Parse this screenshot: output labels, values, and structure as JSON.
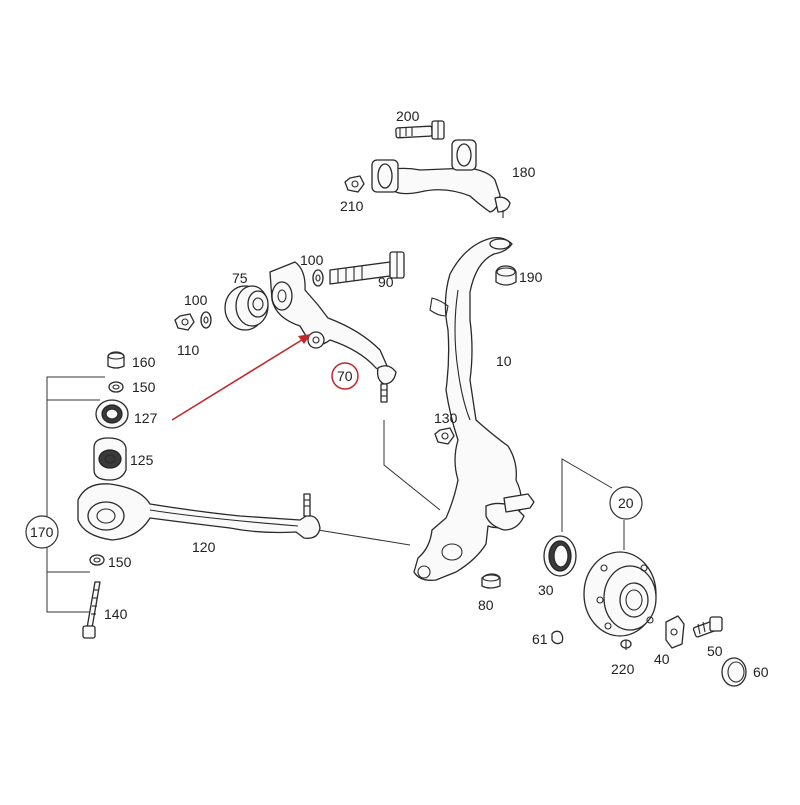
{
  "labels": {
    "p200": "200",
    "p180": "180",
    "p210": "210",
    "p100a": "100",
    "p90": "90",
    "p75": "75",
    "p100b": "100",
    "p110": "110",
    "p190": "190",
    "p10": "10",
    "p70": "70",
    "p160": "160",
    "p150a": "150",
    "p127": "127",
    "p125": "125",
    "p170": "170",
    "p120": "120",
    "p150b": "150",
    "p140": "140",
    "p130": "130",
    "p20": "20",
    "p30": "30",
    "p80": "80",
    "p61": "61",
    "p220": "220",
    "p40": "40",
    "p50": "50",
    "p60": "60"
  },
  "highlight": {
    "part": "70",
    "marker_color": "#c0282c"
  }
}
